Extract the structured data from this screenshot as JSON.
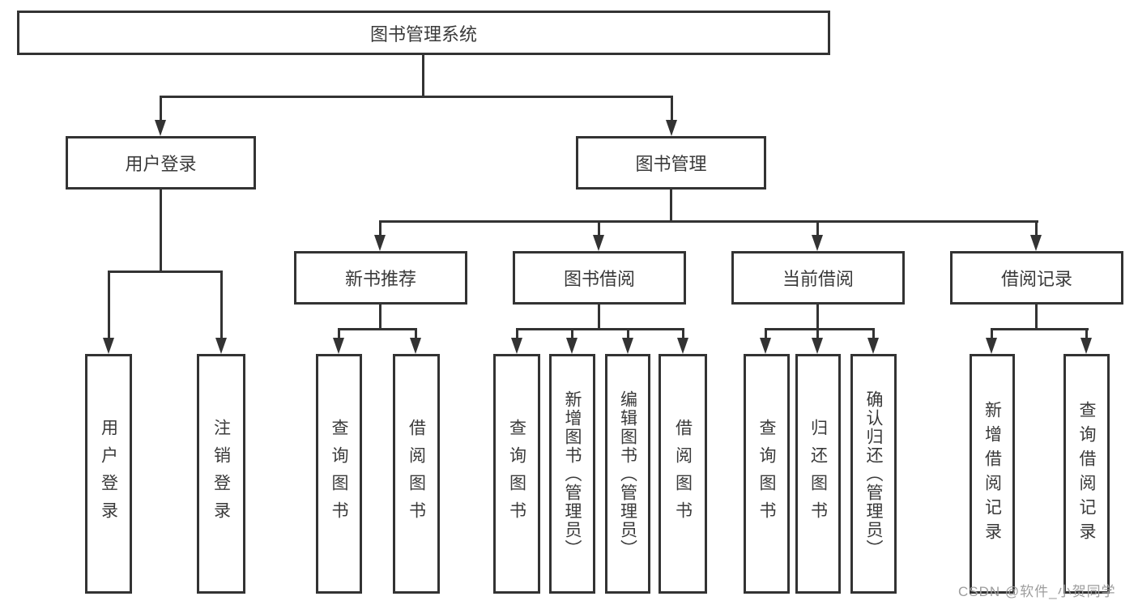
{
  "tree": {
    "label": "图书管理系统",
    "children": [
      {
        "label": "用户登录",
        "children": [
          {
            "label": "用户登录"
          },
          {
            "label": "注销登录"
          }
        ]
      },
      {
        "label": "图书管理",
        "children": [
          {
            "label": "新书推荐",
            "children": [
              {
                "label": "查询图书"
              },
              {
                "label": "借阅图书"
              }
            ]
          },
          {
            "label": "图书借阅",
            "children": [
              {
                "label": "查询图书"
              },
              {
                "label": "新增图书（管理员）"
              },
              {
                "label": "编辑图书（管理员）"
              },
              {
                "label": "借阅图书"
              }
            ]
          },
          {
            "label": "当前借阅",
            "children": [
              {
                "label": "查询图书"
              },
              {
                "label": "归还图书"
              },
              {
                "label": "确认归还（管理员）"
              }
            ]
          },
          {
            "label": "借阅记录",
            "children": [
              {
                "label": "新增借阅记录"
              },
              {
                "label": "查询借阅记录"
              }
            ]
          }
        ]
      }
    ]
  },
  "watermark": "CSDN @软件_小贺同学",
  "colors": {
    "line": "#333333",
    "text": "#3a3a3a",
    "watermark": "#9d9d9d",
    "background": "#ffffff"
  }
}
